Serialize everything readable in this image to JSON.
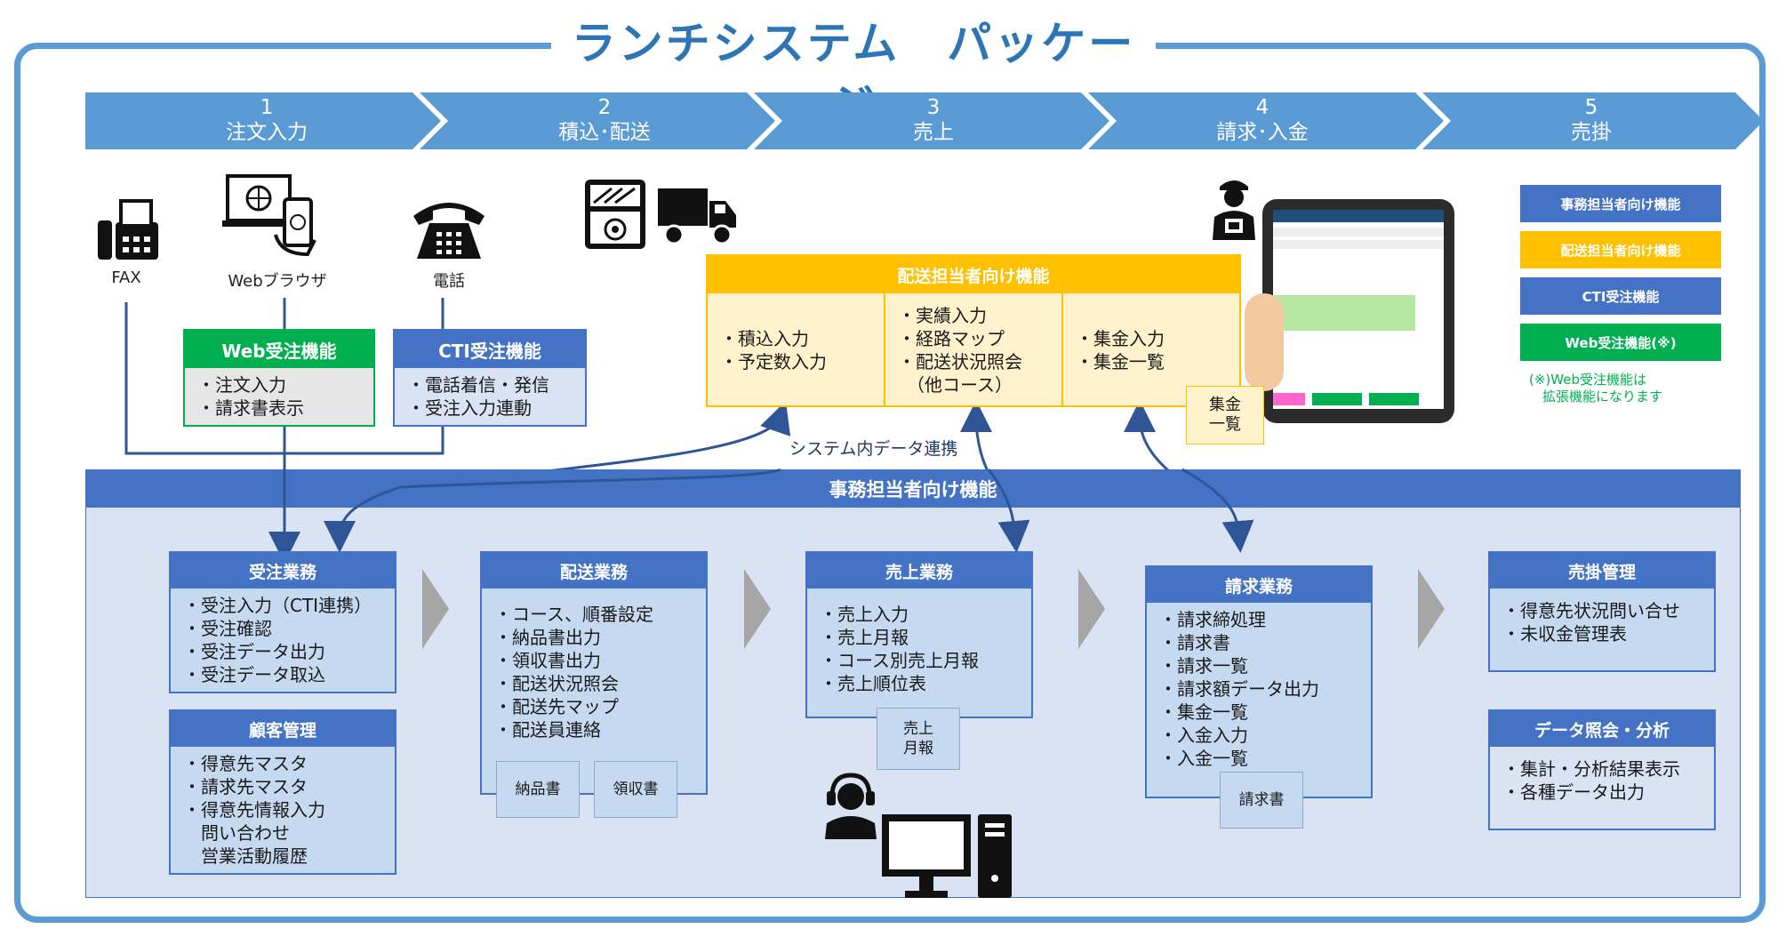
{
  "title": "ランチシステム　パッケージ",
  "steps": [
    {
      "num": "1",
      "label": "注文入力"
    },
    {
      "num": "2",
      "label": "積込･配送"
    },
    {
      "num": "3",
      "label": "売上"
    },
    {
      "num": "4",
      "label": "請求･入金"
    },
    {
      "num": "5",
      "label": "売掛"
    }
  ],
  "channels": {
    "fax": "FAX",
    "web": "Webブラウザ",
    "phone": "電話"
  },
  "web_box": {
    "title": "Web受注機能",
    "items": "・注文入力\n・請求書表示"
  },
  "cti_box": {
    "title": "CTI受注機能",
    "items": "・電話着信・発信\n・受注入力連動"
  },
  "delivery_panel": {
    "title": "配送担当者向け機能",
    "col1": "・積込入力\n・予定数入力",
    "col2": "・実績入力\n・経路マップ\n・配送状況照会\n　（他コース）",
    "col3": "・集金入力\n・集金一覧",
    "memo": "集金\n一覧"
  },
  "sync_label": "システム内データ連携",
  "office_panel": {
    "title": "事務担当者向け機能"
  },
  "order": {
    "title": "受注業務",
    "items": "・受注入力（CTI連携）\n・受注確認\n・受注データ出力\n・受注データ取込"
  },
  "customer": {
    "title": "顧客管理",
    "items": "・得意先マスタ\n・請求先マスタ\n・得意先情報入力\n　問い合わせ\n　営業活動履歴"
  },
  "delivery": {
    "title": "配送業務",
    "items": "・コース、順番設定\n・納品書出力\n・領収書出力\n・配送状況照会\n・配送先マップ\n・配送員連絡",
    "doc1": "納品書",
    "doc2": "領収書"
  },
  "sales": {
    "title": "売上業務",
    "items": "・売上入力\n・売上月報\n・コース別売上月報\n・売上順位表",
    "doc": "売上\n月報"
  },
  "billing": {
    "title": "請求業務",
    "items": "・請求締処理\n・請求書\n・請求一覧\n・請求額データ出力\n・集金一覧\n・入金入力\n・入金一覧",
    "doc": "請求書"
  },
  "receivable": {
    "title": "売掛管理",
    "items": "・得意先状況問い合せ\n・未収金管理表"
  },
  "analysis": {
    "title": "データ照会・分析",
    "items": "・集計・分析結果表示\n・各種データ出力"
  },
  "legend": [
    {
      "label": "事務担当者向け機能",
      "color": "#4472c4"
    },
    {
      "label": "配送担当者向け機能",
      "color": "#ffc000"
    },
    {
      "label": "CTI受注機能",
      "color": "#4472c4"
    },
    {
      "label": "Web受注機能(※)",
      "color": "#00b050"
    }
  ],
  "legend_note": "(※)Web受注機能は\n　拡張機能になります",
  "colors": {
    "frame": "#5b9bd5",
    "yellow": "#ffc000",
    "green": "#00b050",
    "blue": "#4472c4",
    "navy": "#2f5597"
  }
}
